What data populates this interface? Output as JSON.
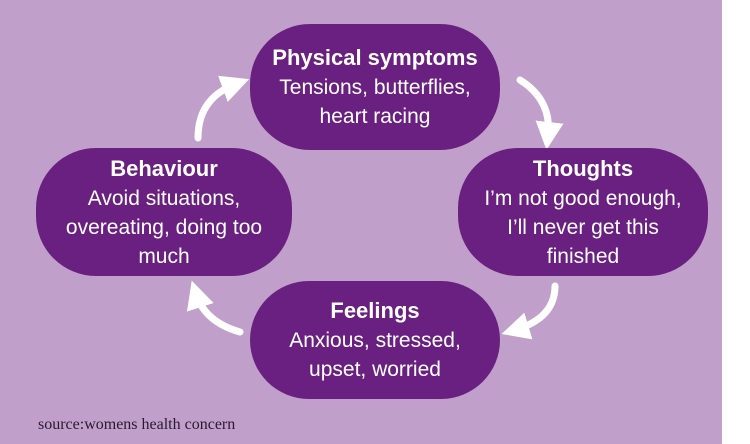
{
  "nodes": {
    "physical": {
      "title": "Physical symptoms",
      "body": "Tensions, butterflies,\nheart racing"
    },
    "thoughts": {
      "title": "Thoughts",
      "body": "I’m not good enough,\nI’ll never get this\nfinished"
    },
    "feelings": {
      "title": "Feelings",
      "body": "Anxious, stressed,\nupset, worried"
    },
    "behaviour": {
      "title": "Behaviour",
      "body": "Avoid situations,\novereating, doing too\nmuch"
    }
  },
  "source": "source:womens health concern",
  "colors": {
    "background": "#c09fca",
    "node": "#6a2080",
    "arrow": "#ffffff"
  }
}
